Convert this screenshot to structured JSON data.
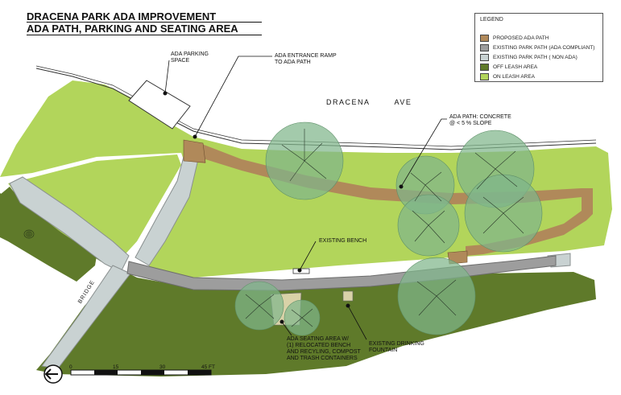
{
  "title": {
    "line1": "DRACENA PARK ADA IMPROVEMENT",
    "line2": "ADA PATH, PARKING AND SEATING AREA"
  },
  "legend": {
    "title": "LEGEND",
    "items": [
      {
        "label": "PROPOSED ADA PATH",
        "color": "#b0895a"
      },
      {
        "label": "EXISTING PARK PATH (ADA COMPLIANT)",
        "color": "#9d9d9d"
      },
      {
        "label": "EXISTING PARK PATH ( NON ADA)",
        "color": "#c9d2d2"
      },
      {
        "label": "OFF LEASH AREA",
        "color": "#5f7a2a"
      },
      {
        "label": "ON LEASH AREA",
        "color": "#b2d55b"
      }
    ]
  },
  "street": {
    "name1": "DRACENA",
    "name2": "AVE"
  },
  "labels": {
    "parking_line1": "ADA PARKING",
    "parking_line2": "SPACE",
    "ramp_line1": "ADA ENTRANCE RAMP",
    "ramp_line2": "TO ADA PATH",
    "path_line1": "ADA PATH: CONCRETE",
    "path_line2": "@ < 5 % SLOPE",
    "bench": "EXISTING BENCH",
    "seating_line1": "ADA SEATING AREA W/",
    "seating_line2": "(1) RELOCATED BENCH",
    "seating_line3": "AND RECYLING, COMPOST",
    "seating_line4": "AND TRASH CONTAINERS",
    "fountain_line1": "EXISTING DRINKING",
    "fountain_line2": "FOUNTAIN",
    "bridge": "BRIDGE"
  },
  "scale": {
    "ticks": [
      "0",
      "15",
      "30",
      "45 FT"
    ]
  },
  "colors": {
    "on_leash": "#b2d55b",
    "off_leash": "#5f7a2a",
    "ada_path": "#b0895a",
    "existing_ada": "#9d9d9d",
    "existing_non_ada": "#c9d2d2",
    "tree": "#7fb58a"
  }
}
